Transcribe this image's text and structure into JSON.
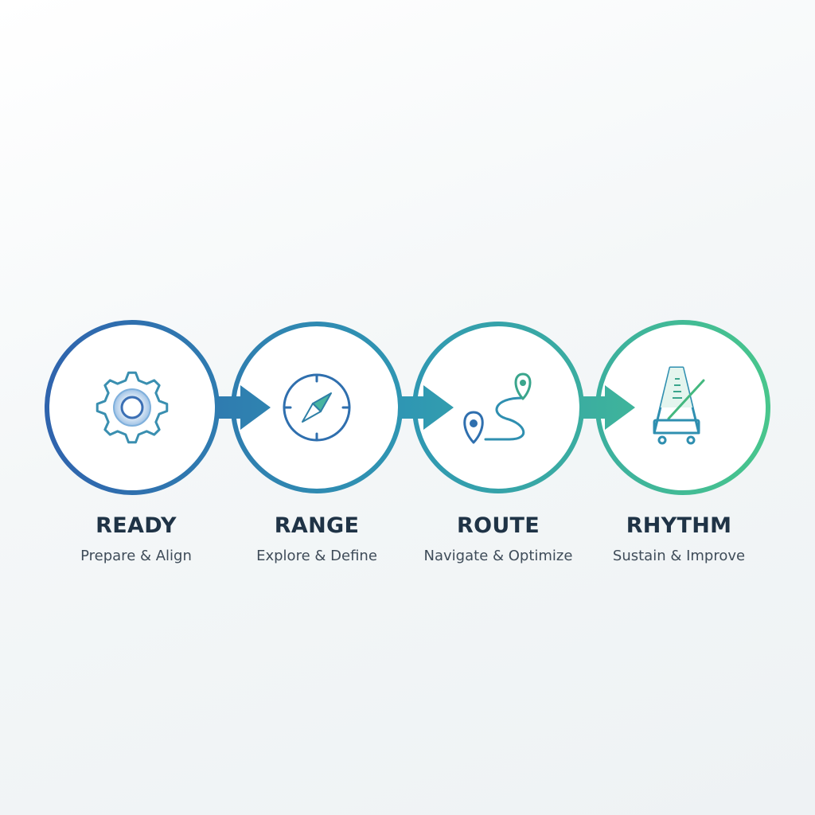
{
  "colors": {
    "gradient_start": "#2f63ad",
    "gradient_mid": "#2f97b3",
    "gradient_end": "#48c68c",
    "title_text": "#1f3346",
    "subtitle_text": "#3f4c59"
  },
  "stages": [
    {
      "title": "READY",
      "subtitle": "Prepare & Align",
      "icon": "gear-icon"
    },
    {
      "title": "RANGE",
      "subtitle": "Explore & Define",
      "icon": "compass-icon"
    },
    {
      "title": "ROUTE",
      "subtitle": "Navigate & Optimize",
      "icon": "route-map-pin-icon"
    },
    {
      "title": "RHYTHM",
      "subtitle": "Sustain & Improve",
      "icon": "metronome-icon"
    }
  ]
}
